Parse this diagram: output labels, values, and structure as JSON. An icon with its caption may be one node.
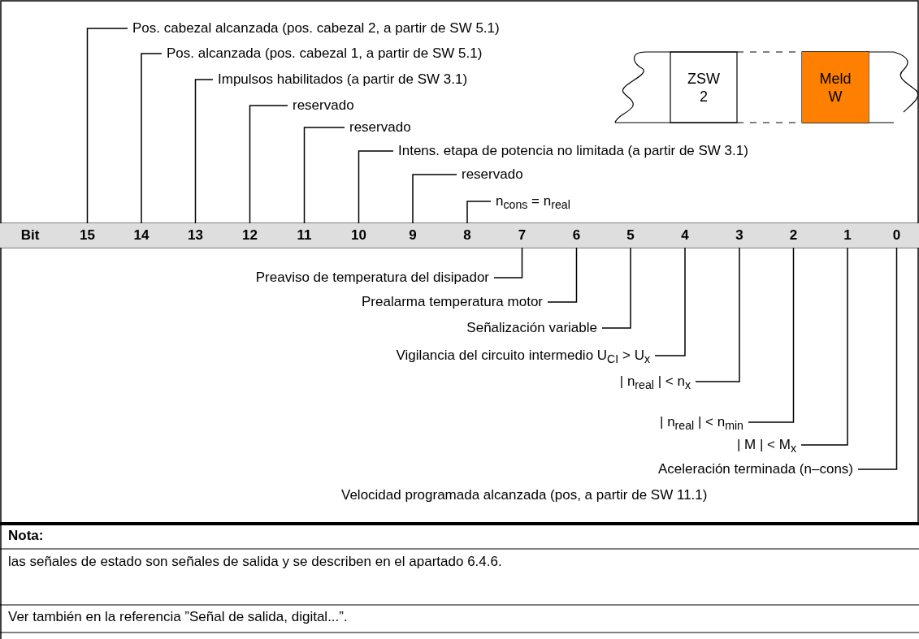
{
  "diagram": {
    "nodes": [
      {
        "text": [
          "Pos. cabezal alcanzada (pos. cabezal 2, a partir de SW 5.1)"
        ]
      },
      {
        "text": [
          "Pos. alcanzada (pos. cabezal 1, a partir de SW 5.1)"
        ]
      },
      {
        "text": [
          "Impulsos habilitados (a partir de SW 3.1)"
        ]
      },
      {
        "text": [
          "reservado"
        ]
      },
      {
        "text": [
          "reservado"
        ]
      },
      {
        "text": [
          "Intens. etapa de potencia no limitada (a partir de SW 3.1)"
        ]
      },
      {
        "text": [
          "reservado"
        ]
      },
      {
        "text": [
          "n$_{cons}$ = n$_{real}$"
        ]
      },
      {
        "text": [
          "ZSW 2"
        ]
      },
      {
        "text": [
          "Meld W"
        ]
      },
      {
        "text": [
          "Bit"
        ]
      },
      {
        "text": [
          "15"
        ]
      },
      {
        "text": [
          "14"
        ]
      },
      {
        "text": [
          "13"
        ]
      },
      {
        "text": [
          "12"
        ]
      },
      {
        "text": [
          "11"
        ]
      },
      {
        "text": [
          "10"
        ]
      },
      {
        "text": [
          "9"
        ]
      },
      {
        "text": [
          "8"
        ]
      },
      {
        "text": [
          "7"
        ]
      },
      {
        "text": [
          "6"
        ]
      },
      {
        "text": [
          "5"
        ]
      },
      {
        "text": [
          "4"
        ]
      },
      {
        "text": [
          "3"
        ]
      },
      {
        "text": [
          "2"
        ]
      },
      {
        "text": [
          "1"
        ]
      },
      {
        "text": [
          "0"
        ]
      },
      {
        "text": [
          "Preaviso de temperatura del disipador"
        ]
      },
      {
        "text": [
          "Prealarma temperatura motor"
        ]
      },
      {
        "text": [
          "Señalización variable"
        ]
      },
      {
        "text": [
          "Vigilancia del circuito intermedio U$_{CI}$ > U$_{x}$"
        ]
      },
      {
        "text": [
          "| n$_{real}$ | < n$_{x}$"
        ]
      },
      {
        "text": [
          "| n$_{real}$ | < n$_{min}$"
        ]
      },
      {
        "text": [
          "| M | < M$_{x}$"
        ]
      },
      {
        "text": [
          "Aceleración terminada (n–cons)"
        ]
      }
    ],
    "edges": [
      {
        "from": 0,
        "to": 11,
        "arrow": "none"
      },
      {
        "from": 1,
        "to": 12,
        "arrow": "none"
      },
      {
        "from": 2,
        "to": 13,
        "arrow": "none"
      },
      {
        "from": 3,
        "to": 14,
        "arrow": "none"
      },
      {
        "from": 4,
        "to": 15,
        "arrow": "none"
      },
      {
        "from": 5,
        "to": 16,
        "arrow": "none"
      },
      {
        "from": 6,
        "to": 17,
        "arrow": "none"
      },
      {
        "from": 7,
        "to": 18,
        "arrow": "none"
      },
      {
        "from": 27,
        "to": 19,
        "arrow": "none"
      },
      {
        "from": 28,
        "to": 20,
        "arrow": "none"
      },
      {
        "from": 29,
        "to": 21,
        "arrow": "none"
      },
      {
        "from": 30,
        "to": 22,
        "arrow": "none"
      },
      {
        "from": 31,
        "to": 23,
        "arrow": "none"
      },
      {
        "from": 32,
        "to": 24,
        "arrow": "none"
      },
      {
        "from": 33,
        "to": 25,
        "arrow": "none"
      },
      {
        "from": 34,
        "to": 26,
        "arrow": "none"
      }
    ],
    "labels": [
      "Velocidad programada alcanzada (pos, a partir de SW 11.1)",
      "Nota:",
      "las señales de estado son señales de salida y se describen en el apartado 6.4.6.",
      "Ver también en la referencia ”Señal de salida, digital...”."
    ]
  }
}
